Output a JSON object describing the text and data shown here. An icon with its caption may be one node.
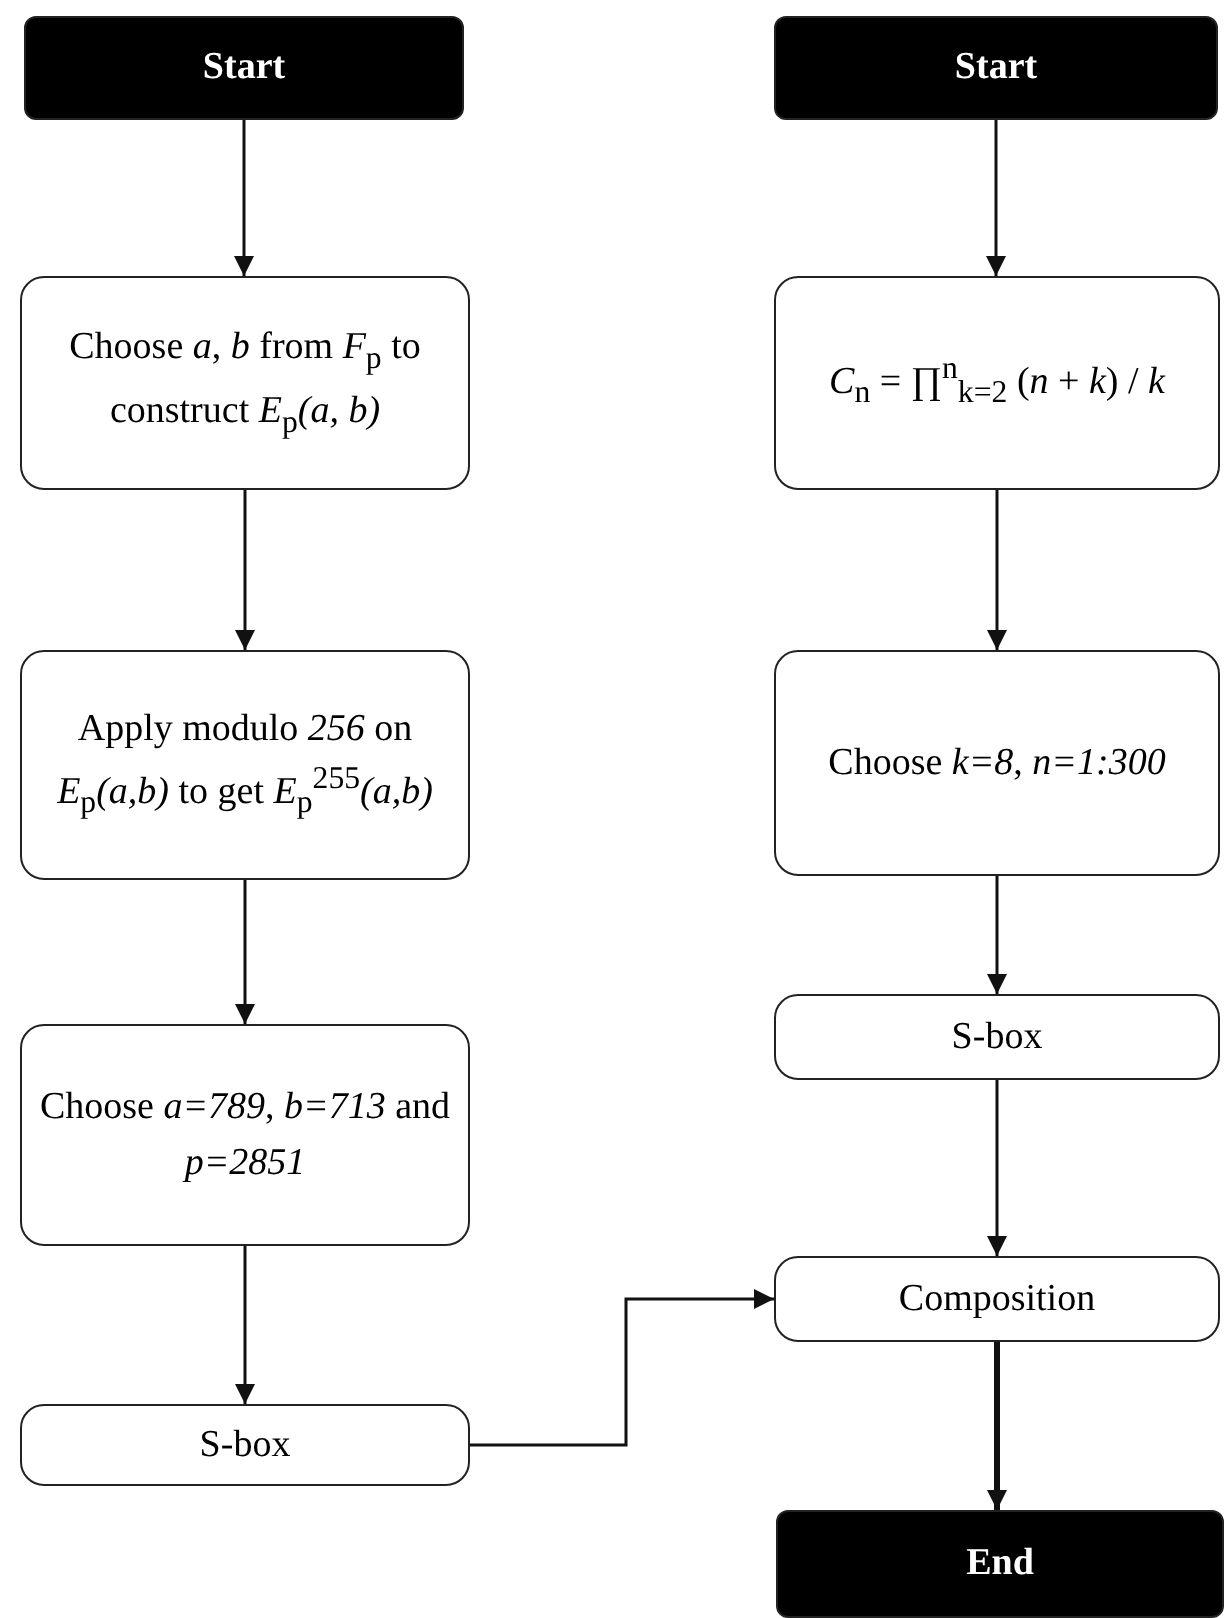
{
  "diagram": {
    "nodes": [
      {
        "text": [
          "Start"
        ]
      },
      {
        "text": [
          "Choose *a*, *b* from *F*$_{p}$ to construct *E*$_{p}$*(a, b)*"
        ]
      },
      {
        "text": [
          "Apply modulo *256* on *E*$_{p}$*(a,b)* to get *E*$_{p}$$^{255}$*(a,b)*"
        ]
      },
      {
        "text": [
          "Choose *a=789*, *b=713* and *p=2851*"
        ]
      },
      {
        "text": [
          "S-box"
        ]
      },
      {
        "text": [
          "Start"
        ]
      },
      {
        "text": [
          "*C*$_{n}$ = ∏$^{n}$$_{k=2}$ (*n* + *k*) / *k*"
        ]
      },
      {
        "text": [
          "Choose *k=8*, *n=1:300*"
        ]
      },
      {
        "text": [
          "S-box"
        ]
      },
      {
        "text": [
          "Composition"
        ]
      },
      {
        "text": [
          "End"
        ]
      }
    ],
    "edges": [
      {
        "from": 0,
        "to": 1,
        "arrow": "to"
      },
      {
        "from": 1,
        "to": 2,
        "arrow": "to"
      },
      {
        "from": 2,
        "to": 3,
        "arrow": "to"
      },
      {
        "from": 3,
        "to": 4,
        "arrow": "to"
      },
      {
        "from": 5,
        "to": 6,
        "arrow": "to"
      },
      {
        "from": 6,
        "to": 7,
        "arrow": "to"
      },
      {
        "from": 7,
        "to": 8,
        "arrow": "to"
      },
      {
        "from": 8,
        "to": 9,
        "arrow": "to"
      },
      {
        "from": 4,
        "to": 9,
        "arrow": "to"
      },
      {
        "from": 9,
        "to": 10,
        "arrow": "to",
        "style": "thick"
      }
    ]
  }
}
